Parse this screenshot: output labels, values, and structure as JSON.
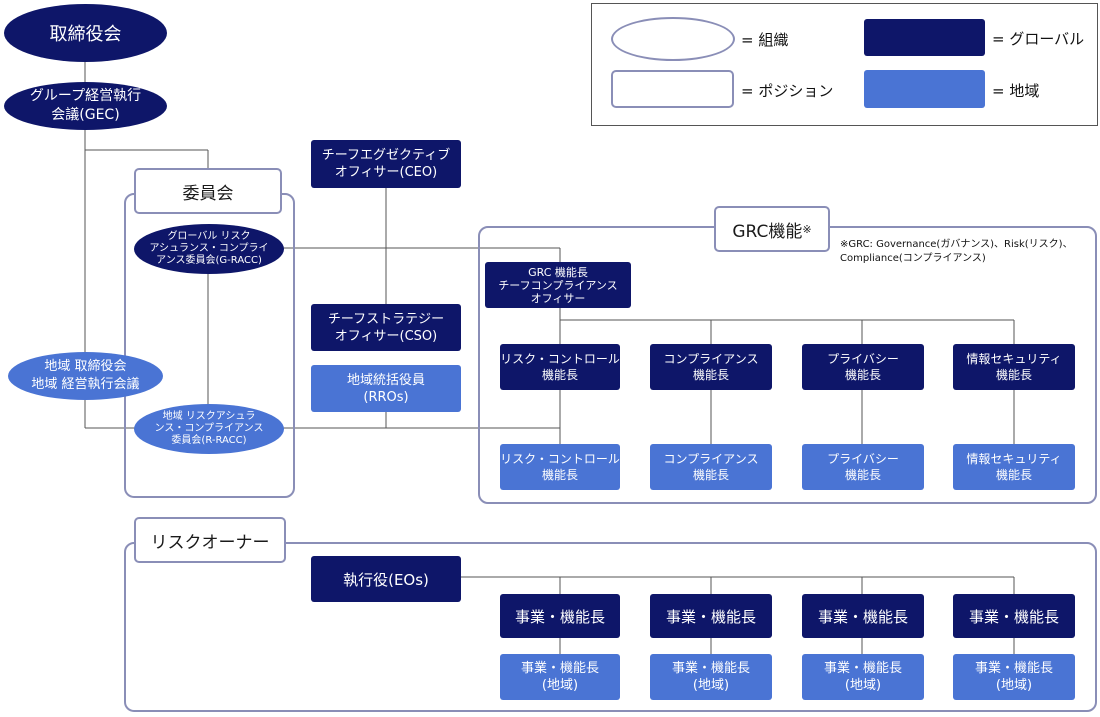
{
  "colors": {
    "global": "#0e1669",
    "region": "#4a74d4",
    "outline": "#8a8eb7",
    "line": "#555555"
  },
  "legend": {
    "organization": "= 組織",
    "position": "= ポジション",
    "global": "= グローバル",
    "region": "= 地域"
  },
  "board": "取締役会",
  "gec": "グループ経営執行\n会議(GEC)",
  "regional_board": "地域 取締役会\n地域 経営執行会議",
  "committee": {
    "label": "委員会",
    "g_racc": "グローバル リスク\nアシュランス・コンプライ\nアンス委員会(G-RACC)",
    "r_racc": "地域 リスクアシュラ\nンス・コンプライアンス\n委員会(R-RACC)"
  },
  "ceo": "チーフエグゼクティブ\nオフィサー(CEO)",
  "cso": "チーフストラテジー\nオフィサー(CSO)",
  "rros": "地域統括役員\n(RROs)",
  "grc": {
    "label": "GRC機能",
    "mark": "※",
    "note": "※GRC: Governance(ガバナンス)、Risk(リスク)、\nCompliance(コンプライアンス)",
    "head": "GRC 機能長\nチーフコンプライアンス\nオフィサー",
    "global": [
      "リスク・コントロール\n機能長",
      "コンプライアンス\n機能長",
      "プライバシー\n機能長",
      "情報セキュリティ\n機能長"
    ],
    "regional": [
      "リスク・コントロール\n機能長",
      "コンプライアンス\n機能長",
      "プライバシー\n機能長",
      "情報セキュリティ\n機能長"
    ]
  },
  "risk_owner": {
    "label": "リスクオーナー",
    "eos": "執行役(EOs)",
    "global": [
      "事業・機能長",
      "事業・機能長",
      "事業・機能長",
      "事業・機能長"
    ],
    "regional": [
      "事業・機能長\n(地域)",
      "事業・機能長\n(地域)",
      "事業・機能長\n(地域)",
      "事業・機能長\n(地域)"
    ]
  }
}
